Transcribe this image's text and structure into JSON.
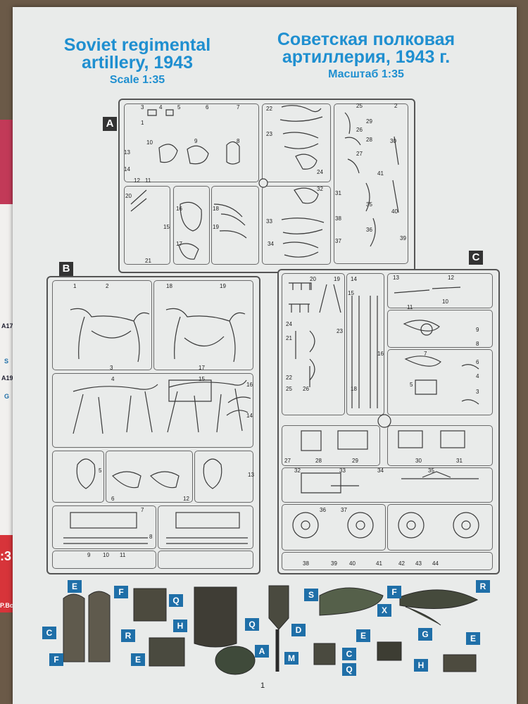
{
  "title_en": "Soviet regimental artillery, 1943",
  "scale_en": "Scale 1:35",
  "title_ru": "Советская полковая артиллерия, 1943 г.",
  "scale_ru": "Масштаб 1:35",
  "sprues": [
    "A",
    "B",
    "C"
  ],
  "side_labels": [
    "A17",
    "S",
    "A19",
    "G",
    ":3",
    "P.Box"
  ],
  "sprue_a_parts": [
    "3",
    "4",
    "5",
    "6",
    "7",
    "22",
    "25",
    "29",
    "2",
    "26",
    "1",
    "28",
    "10",
    "9",
    "8",
    "23",
    "27",
    "30",
    "13",
    "14",
    "24",
    "12",
    "11",
    "41",
    "20",
    "16",
    "18",
    "32",
    "31",
    "35",
    "15",
    "33",
    "38",
    "19",
    "40",
    "17",
    "34",
    "37",
    "36",
    "39",
    "21"
  ],
  "sprue_b_parts": [
    "1",
    "2",
    "18",
    "19",
    "3",
    "17",
    "4",
    "15",
    "16",
    "14",
    "5",
    "6",
    "12",
    "13",
    "7",
    "8",
    "10",
    "11",
    "9"
  ],
  "sprue_c_parts": [
    "20",
    "19",
    "14",
    "13",
    "12",
    "15",
    "11",
    "10",
    "24",
    "9",
    "8",
    "7",
    "21",
    "23",
    "16",
    "22",
    "6",
    "5",
    "4",
    "18",
    "3",
    "25",
    "26",
    "27",
    "28",
    "29",
    "30",
    "31",
    "32",
    "33",
    "34",
    "35",
    "36",
    "37",
    "38",
    "39",
    "40",
    "41",
    "42",
    "43",
    "44"
  ],
  "color_callouts": [
    "E",
    "F",
    "Q",
    "C",
    "R",
    "H",
    "E",
    "F",
    "Q",
    "D",
    "S",
    "F",
    "X",
    "R",
    "A",
    "M",
    "E",
    "C",
    "Q",
    "G",
    "E",
    "H"
  ],
  "page_number": "1"
}
